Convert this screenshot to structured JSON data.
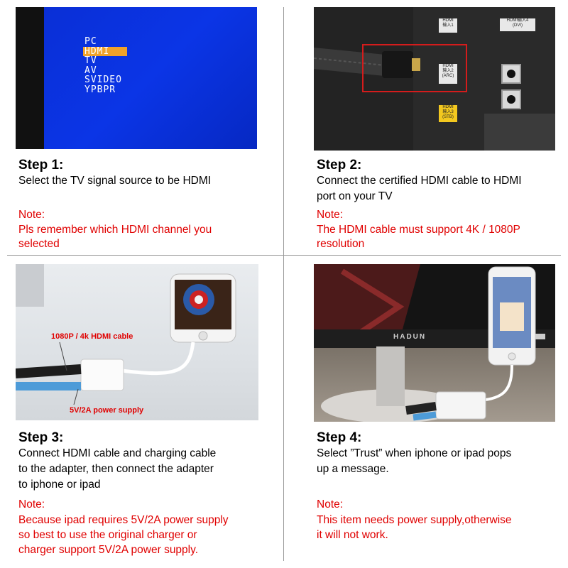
{
  "step1": {
    "menu": [
      "PC",
      "HDMI",
      "TV",
      "AV",
      "SVIDEO",
      "YPBPR"
    ],
    "heading": "Step 1:",
    "desc": "Select the TV signal source to be HDMI",
    "note_label": "Note:",
    "note_text": "Pls remember which HDMI channel you\nselected"
  },
  "step2": {
    "heading": "Step 2:",
    "desc": "Connect the certified HDMI cable to HDMI\nport on your TV",
    "note_label": "Note:",
    "note_text": "The HDMI cable must support 4K / 1080P\nresolution"
  },
  "step3": {
    "cable_label": "1080P / 4k HDMI cable",
    "power_label": "5V/2A power supply",
    "heading": "Step 3:",
    "desc": "Connect HDMI cable and charging cable\nto the adapter, then connect the adapter\nto iphone or ipad",
    "note_label": "Note:",
    "note_text": "Because ipad requires 5V/2A power supply\nso best to use the original charger or\ncharger support 5V/2A power supply."
  },
  "step4": {
    "monitor_brand": "HADUN",
    "heading": "Step 4:",
    "desc": "Select ”Trust” when iphone or ipad pops\nup a message.",
    "note_label": "Note:",
    "note_text": "This item needs power supply,otherwise\nit will not work."
  }
}
